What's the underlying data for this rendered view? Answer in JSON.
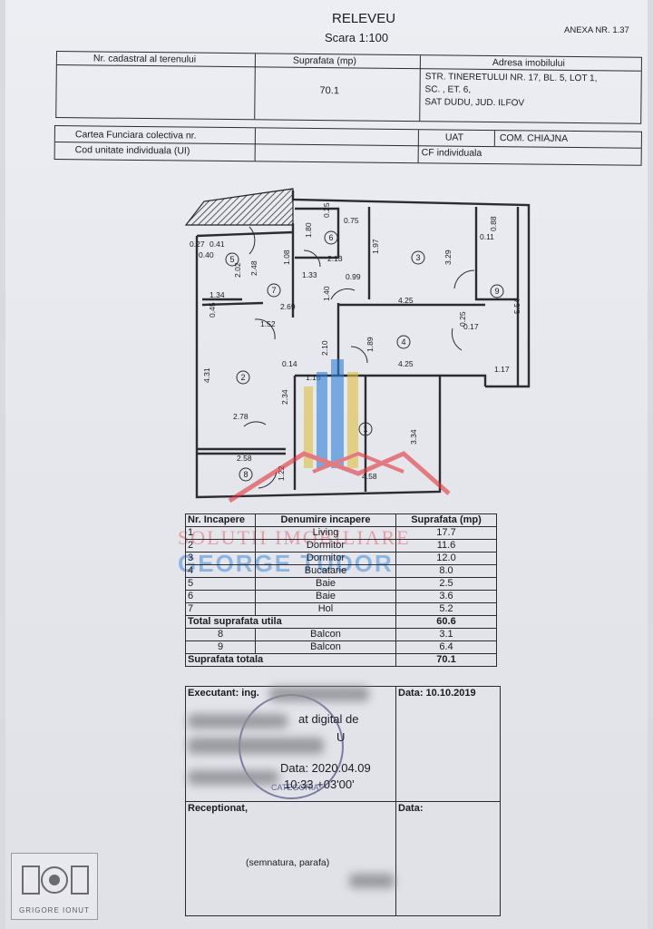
{
  "header": {
    "title": "RELEVEU",
    "scale": "Scara 1:100",
    "annex": "ANEXA NR. 1.37"
  },
  "top_table": {
    "col_cadastral": "Nr. cadastral al terenului",
    "col_area": "Suprafata (mp)",
    "col_address": "Adresa imobilului",
    "area_value": "70.1",
    "address_line1": "STR. TINERETULUI NR. 17, BL. 5, LOT 1,",
    "address_line2": "SC.   , ET. 6,",
    "address_line3": "SAT DUDU, JUD. ILFOV"
  },
  "second_table": {
    "carte_funciara": "Cartea Funciara colectiva nr.",
    "cod_unitate": "Cod unitate individuala (UI)",
    "uat_label": "UAT",
    "uat_value": "COM. CHIAJNA",
    "cf_label": "CF individuala"
  },
  "floorplan": {
    "dimensions": [
      "0.25",
      "0.75",
      "1.80",
      "0.88",
      "0.27",
      "0.41",
      "0.40",
      "1.97",
      "3.29",
      "0.11",
      "1.08",
      "2.13",
      "2.02",
      "2.48",
      "1.33",
      "0.99",
      "5.54",
      "1.34",
      "1.40",
      "4.25",
      "2.69",
      "0.45",
      "1.52",
      "0.25",
      "0.17",
      "1.89",
      "2.10",
      "4.31",
      "0.14",
      "4.25",
      "1.17",
      "1.16",
      "2.34",
      "3.34",
      "2.78",
      "2.58",
      "1.22",
      "4.58"
    ],
    "room_numbers": [
      "1",
      "2",
      "3",
      "4",
      "5",
      "6",
      "7",
      "8",
      "9"
    ]
  },
  "rooms_table": {
    "headers": [
      "Nr. Incapere",
      "Denumire incapere",
      "Suprafata (mp)"
    ],
    "rows": [
      {
        "nr": "1",
        "name": "Living",
        "area": "17.7"
      },
      {
        "nr": "2",
        "name": "Dormitor",
        "area": "11.6"
      },
      {
        "nr": "3",
        "name": "Dormitor",
        "area": "12.0"
      },
      {
        "nr": "4",
        "name": "Bucatarie",
        "area": "8.0"
      },
      {
        "nr": "5",
        "name": "Baie",
        "area": "2.5"
      },
      {
        "nr": "6",
        "name": "Baie",
        "area": "3.6"
      },
      {
        "nr": "7",
        "name": "Hol",
        "area": "5.2"
      }
    ],
    "total_useful_label": "Total suprafata utila",
    "total_useful_value": "60.6",
    "balcony_rows": [
      {
        "nr": "8",
        "name": "Balcon",
        "area": "3.1"
      },
      {
        "nr": "9",
        "name": "Balcon",
        "area": "6.4"
      }
    ],
    "total_label": "Suprafata totala",
    "total_value": "70.1"
  },
  "signature_block": {
    "executant_label": "Executant: ing.",
    "date_label": "Data: 10.10.2019",
    "signed_line1": "at digital de",
    "signed_line2": "U",
    "signed_date": "Data: 2020.04.09",
    "signed_time": "10:33 +03'00'",
    "stamp_text": "CATEGORIA",
    "received_label": "Receptionat,",
    "received_date_label": "Data:",
    "signature_hint": "(semnatura, parafa)"
  },
  "watermark": {
    "line1": "SOLUTII IMOBILIARE",
    "line2": "GEORGE TUDOR",
    "photo_credit": "GRIGORE IONUT"
  }
}
